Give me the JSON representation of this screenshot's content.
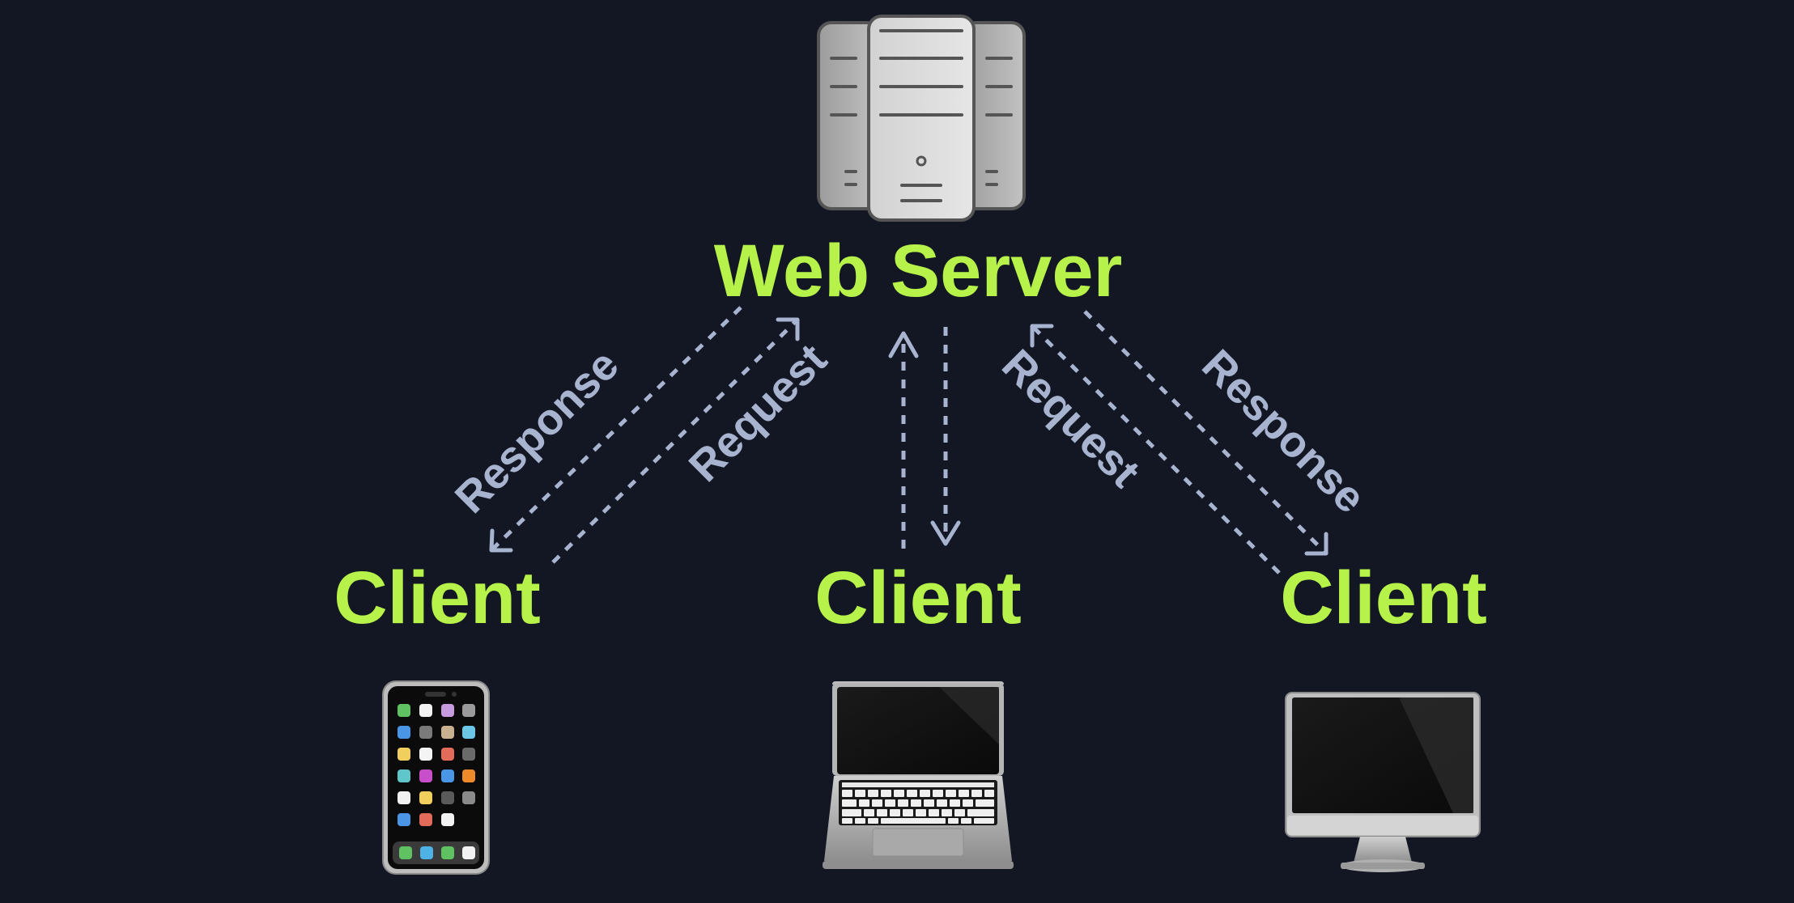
{
  "server": {
    "label": "Web Server",
    "icon": "server-icon"
  },
  "clients": [
    {
      "label": "Client",
      "icon": "smartphone-icon"
    },
    {
      "label": "Client",
      "icon": "laptop-icon"
    },
    {
      "label": "Client",
      "icon": "desktop-monitor-icon"
    }
  ],
  "edges": {
    "left_response": "Response",
    "left_request": "Request",
    "right_request": "Request",
    "right_response": "Response"
  },
  "colors": {
    "background": "#121723",
    "label": "#b6f24a",
    "arrow": "#a7b3cf"
  }
}
